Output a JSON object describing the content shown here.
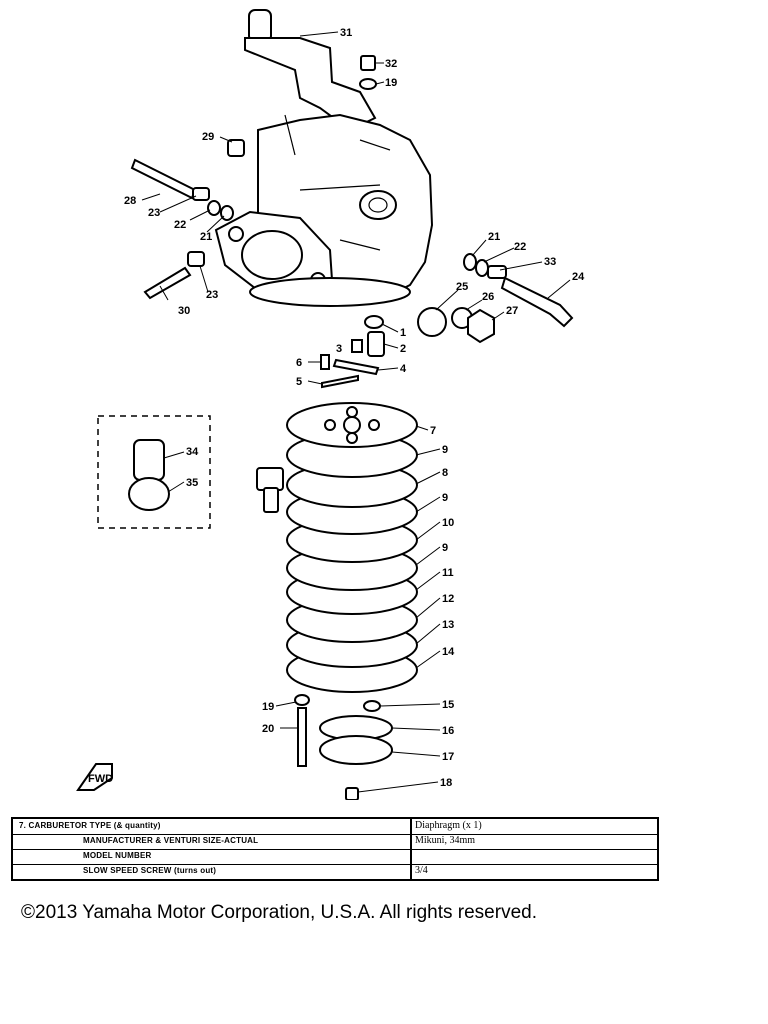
{
  "callouts": {
    "c1": "1",
    "c2": "2",
    "c3": "3",
    "c4": "4",
    "c5": "5",
    "c6": "6",
    "c7": "7",
    "c8": "8",
    "c9a": "9",
    "c9b": "9",
    "c9c": "9",
    "c10": "10",
    "c11": "11",
    "c12": "12",
    "c13": "13",
    "c14": "14",
    "c15": "15",
    "c16": "16",
    "c17": "17",
    "c18": "18",
    "c19a": "19",
    "c19b": "19",
    "c20": "20",
    "c21a": "21",
    "c21b": "21",
    "c22a": "22",
    "c22b": "22",
    "c23a": "23",
    "c23b": "23",
    "c24": "24",
    "c25": "25",
    "c26": "26",
    "c27": "27",
    "c28": "28",
    "c29": "29",
    "c30": "30",
    "c31": "31",
    "c32": "32",
    "c33": "33",
    "c34": "34",
    "c35": "35"
  },
  "direction_marker": "FWD",
  "spec_table": {
    "rows": [
      {
        "label": "7.   CARBURETOR TYPE (& quantity)",
        "value": "Diaphragm (x 1)"
      },
      {
        "label": "MANUFACTURER & VENTURI SIZE-ACTUAL",
        "value": "Mikuni, 34mm"
      },
      {
        "label": "MODEL NUMBER",
        "value": ""
      },
      {
        "label": "SLOW SPEED SCREW (turns out)",
        "value": "3/4"
      }
    ]
  },
  "copyright": "©2013 Yamaha Motor Corporation, U.S.A. All rights reserved."
}
